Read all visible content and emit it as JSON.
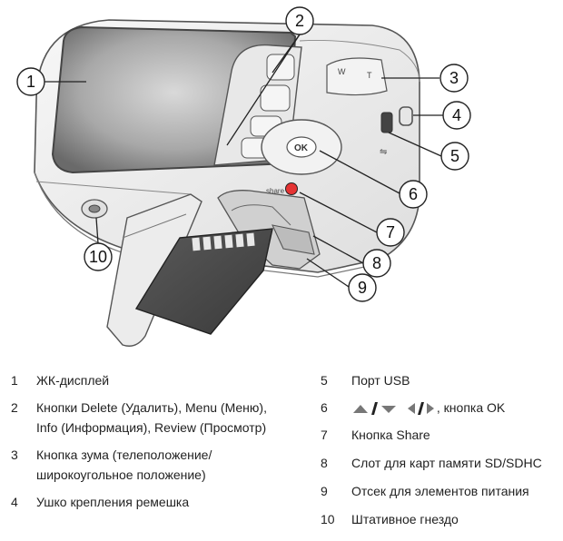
{
  "callouts": [
    "1",
    "2",
    "3",
    "4",
    "5",
    "6",
    "7",
    "8",
    "9",
    "10"
  ],
  "camera": {
    "ok_label": "OK",
    "share_label": "share",
    "zoom_w": "W",
    "zoom_t": "T"
  },
  "legend": [
    {
      "num": "1",
      "lines": [
        "ЖК-дисплей"
      ]
    },
    {
      "num": "2",
      "lines": [
        "Кнопки Delete (Удалить), Menu (Меню),",
        "Info (Информация), Review (Просмотр)"
      ]
    },
    {
      "num": "3",
      "lines": [
        "Кнопка зума (телеположение/",
        "широкоугольное положение)"
      ]
    },
    {
      "num": "4",
      "lines": [
        "Ушко крепления ремешка"
      ]
    },
    {
      "num": "5",
      "lines": [
        "Порт USB"
      ]
    },
    {
      "num": "6",
      "lines": [
        ", кнопка OK"
      ]
    },
    {
      "num": "7",
      "lines": [
        "Кнопка Share"
      ]
    },
    {
      "num": "8",
      "lines": [
        "Слот для карт памяти SD/SDHC"
      ]
    },
    {
      "num": "9",
      "lines": [
        "Отсек для элементов питания"
      ]
    },
    {
      "num": "10",
      "lines": [
        "Штативное гнездо"
      ]
    }
  ],
  "colors": {
    "body": "#eeeeee",
    "outline": "#555555",
    "screen_center": "#d8d8d8",
    "screen_edge": "#6a6a6a",
    "share_button": "#e53333",
    "sd_card": "#4a4a4a"
  }
}
